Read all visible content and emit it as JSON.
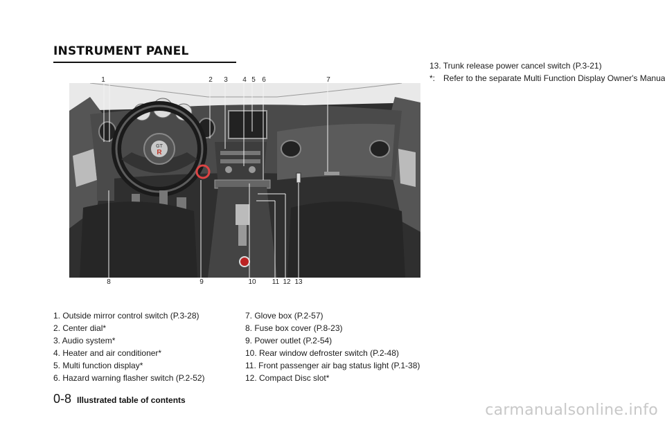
{
  "section_title": "INSTRUMENT PANEL",
  "figure": {
    "top_labels": [
      "1",
      "2",
      "3",
      "4",
      "5",
      "6",
      "7"
    ],
    "bottom_labels": [
      "8",
      "9",
      "10",
      "11",
      "12",
      "13"
    ],
    "badge_text": "GT"
  },
  "items_left": [
    "1. Outside mirror control switch (P.3-28)",
    "2. Center dial*",
    "3. Audio system*",
    "4. Heater and air conditioner*",
    "5. Multi function display*",
    "6. Hazard warning flasher switch (P.2-52)"
  ],
  "items_mid": [
    "7. Glove box (P.2-57)",
    "8. Fuse box cover (P.8-23)",
    "9. Power outlet (P.2-54)",
    "10. Rear window defroster switch (P.2-48)",
    "11. Front passenger air bag status light (P.1-38)",
    "12. Compact Disc slot*"
  ],
  "items_right": [
    "13. Trunk release power cancel switch (P.3-21)"
  ],
  "note": {
    "mark": "*:",
    "text": "Refer to the separate Multi Function Display Owner's Manual."
  },
  "footer": {
    "page_number": "0-8",
    "title": "Illustrated table of contents"
  },
  "watermark": "carmanualsonline.info"
}
